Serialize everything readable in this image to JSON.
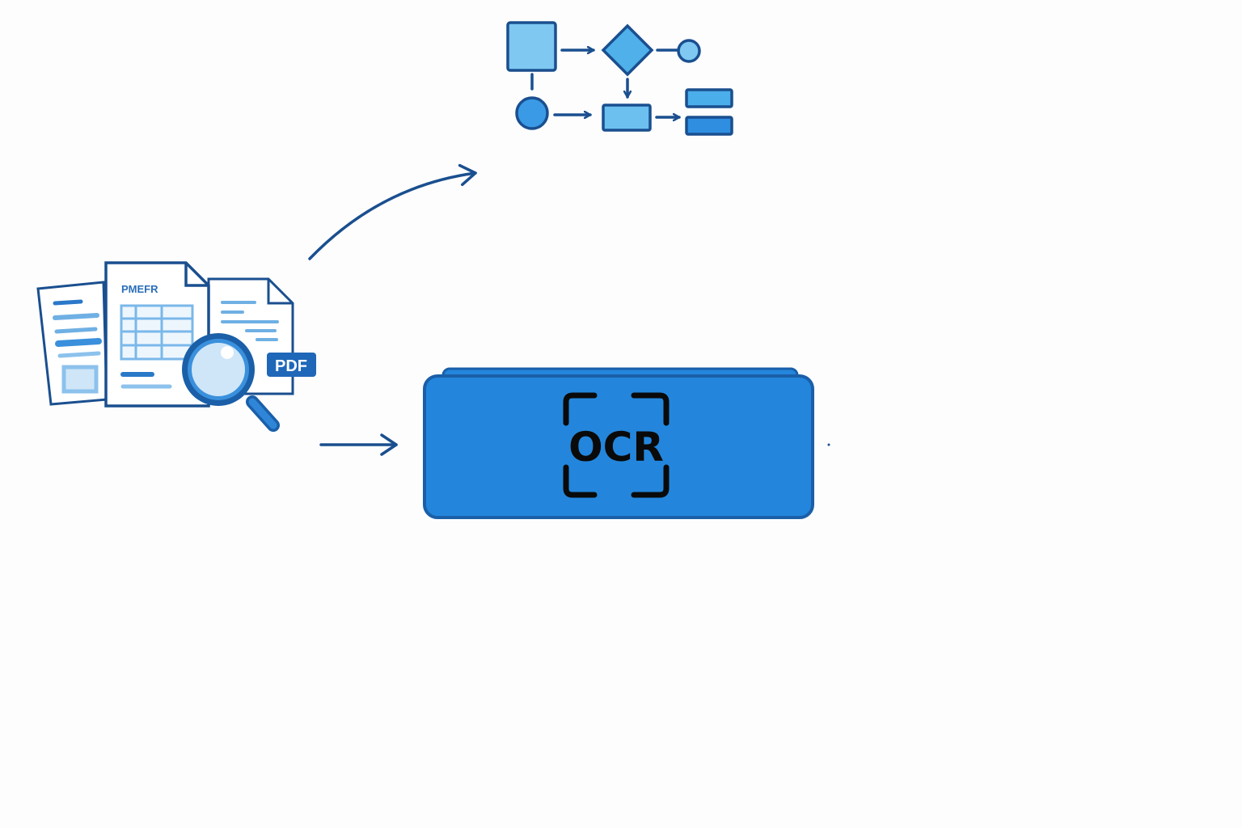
{
  "documents": {
    "form_title": "PMEFR",
    "pdf_badge": "PDF"
  },
  "ocr_box": {
    "label": "OCR"
  },
  "colors": {
    "dark_blue": "#1a4f8f",
    "mid_blue": "#2386dc",
    "light_blue": "#7ec8f2",
    "pale_blue": "#cfe6f8"
  }
}
